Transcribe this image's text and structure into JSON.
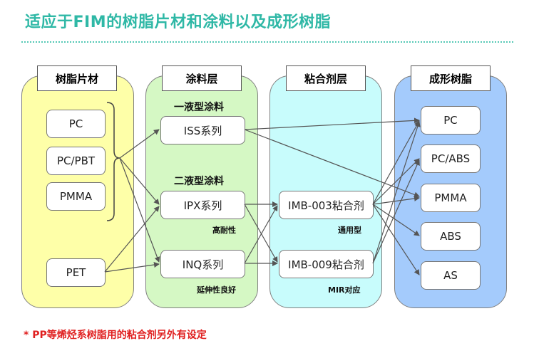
{
  "title": "适应于FIM的树脂片材和涂料以及成形树脂",
  "columns": {
    "resin_sheet": {
      "header": "树脂片材",
      "items": [
        "PC",
        "PC/PBT",
        "PMMA",
        "PET"
      ],
      "color": "#feffa8"
    },
    "coating": {
      "header": "涂料层",
      "one_liquid_title": "一液型涂料",
      "two_liquid_title": "二液型涂料",
      "items": [
        "ISS系列",
        "IPX系列",
        "INQ系列"
      ],
      "ipx_note": "高耐性",
      "inq_note": "延伸性良好",
      "color": "#d5f8c4"
    },
    "adhesive": {
      "header": "粘合剂层",
      "items": [
        "IMB-003粘合剂",
        "IMB-009粘合剂"
      ],
      "imb003_note": "通用型",
      "imb009_note": "MIR对应",
      "color": "#c8fcfc"
    },
    "molded_resin": {
      "header": "成形树脂",
      "items": [
        "PC",
        "PC/ABS",
        "PMMA",
        "ABS",
        "AS"
      ],
      "color": "#a4cbfc"
    }
  },
  "footnote": "* PP等烯烃系树脂用的粘合剂另外有设定",
  "colors": {
    "title": "#2fb8a6",
    "footnote": "#e02020",
    "arrow": "#555555"
  }
}
